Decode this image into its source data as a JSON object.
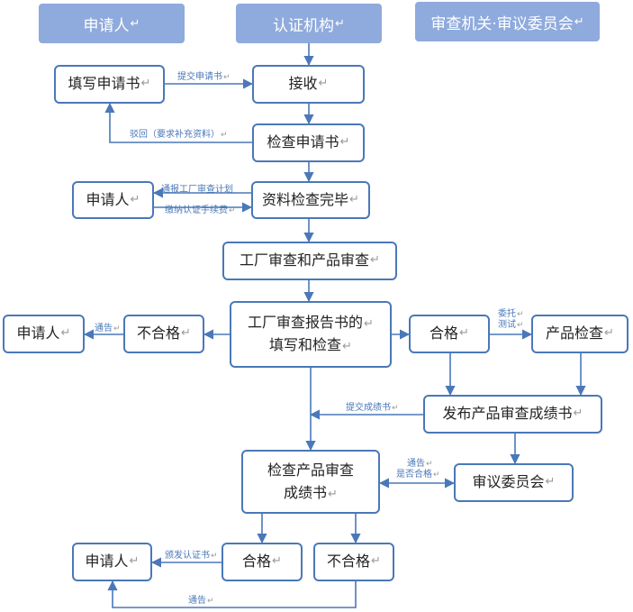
{
  "columns": {
    "applicant": "申请人",
    "certifier": "认证机构",
    "committee": "审查机关·审议委员会"
  },
  "boxes": {
    "fill_application": "填写申请书",
    "receive": "接收",
    "check_application": "检查申请书",
    "applicant_notify": "申请人",
    "docs_complete": "资料检查完毕",
    "factory_product_review": "工厂审查和产品审查",
    "report_line1": "工厂审查报告书的",
    "report_line2": "填写和检查",
    "fail_1": "不合格",
    "applicant_fail": "申请人",
    "pass_1": "合格",
    "product_inspection": "产品检查",
    "publish_results": "发布产品审查成绩书",
    "check_results_line1": "检查产品审查",
    "check_results_line2": "成绩书",
    "committee_review": "审议委员会",
    "pass_2": "合格",
    "fail_2": "不合格",
    "applicant_final": "申请人"
  },
  "labels": {
    "submit_application": "提交申请书",
    "reject_supplement": "驳回（要求补充资料）",
    "notify_plan": "通报工厂审查计划",
    "pay_fee": "缴纳认证手续费",
    "notify_1": "通告",
    "entrust": "委托",
    "test": "测试",
    "submit_results": "提交成绩书",
    "notify_2": "通告",
    "whether_pass": "是否合格",
    "issue_certificate": "颁发认证书",
    "notify_3": "通告"
  },
  "colors": {
    "header_fill": "#8faadc",
    "box_border": "#4a78b8",
    "arrow": "#4a78b8",
    "paragraph_mark": "#9a9a9a"
  }
}
